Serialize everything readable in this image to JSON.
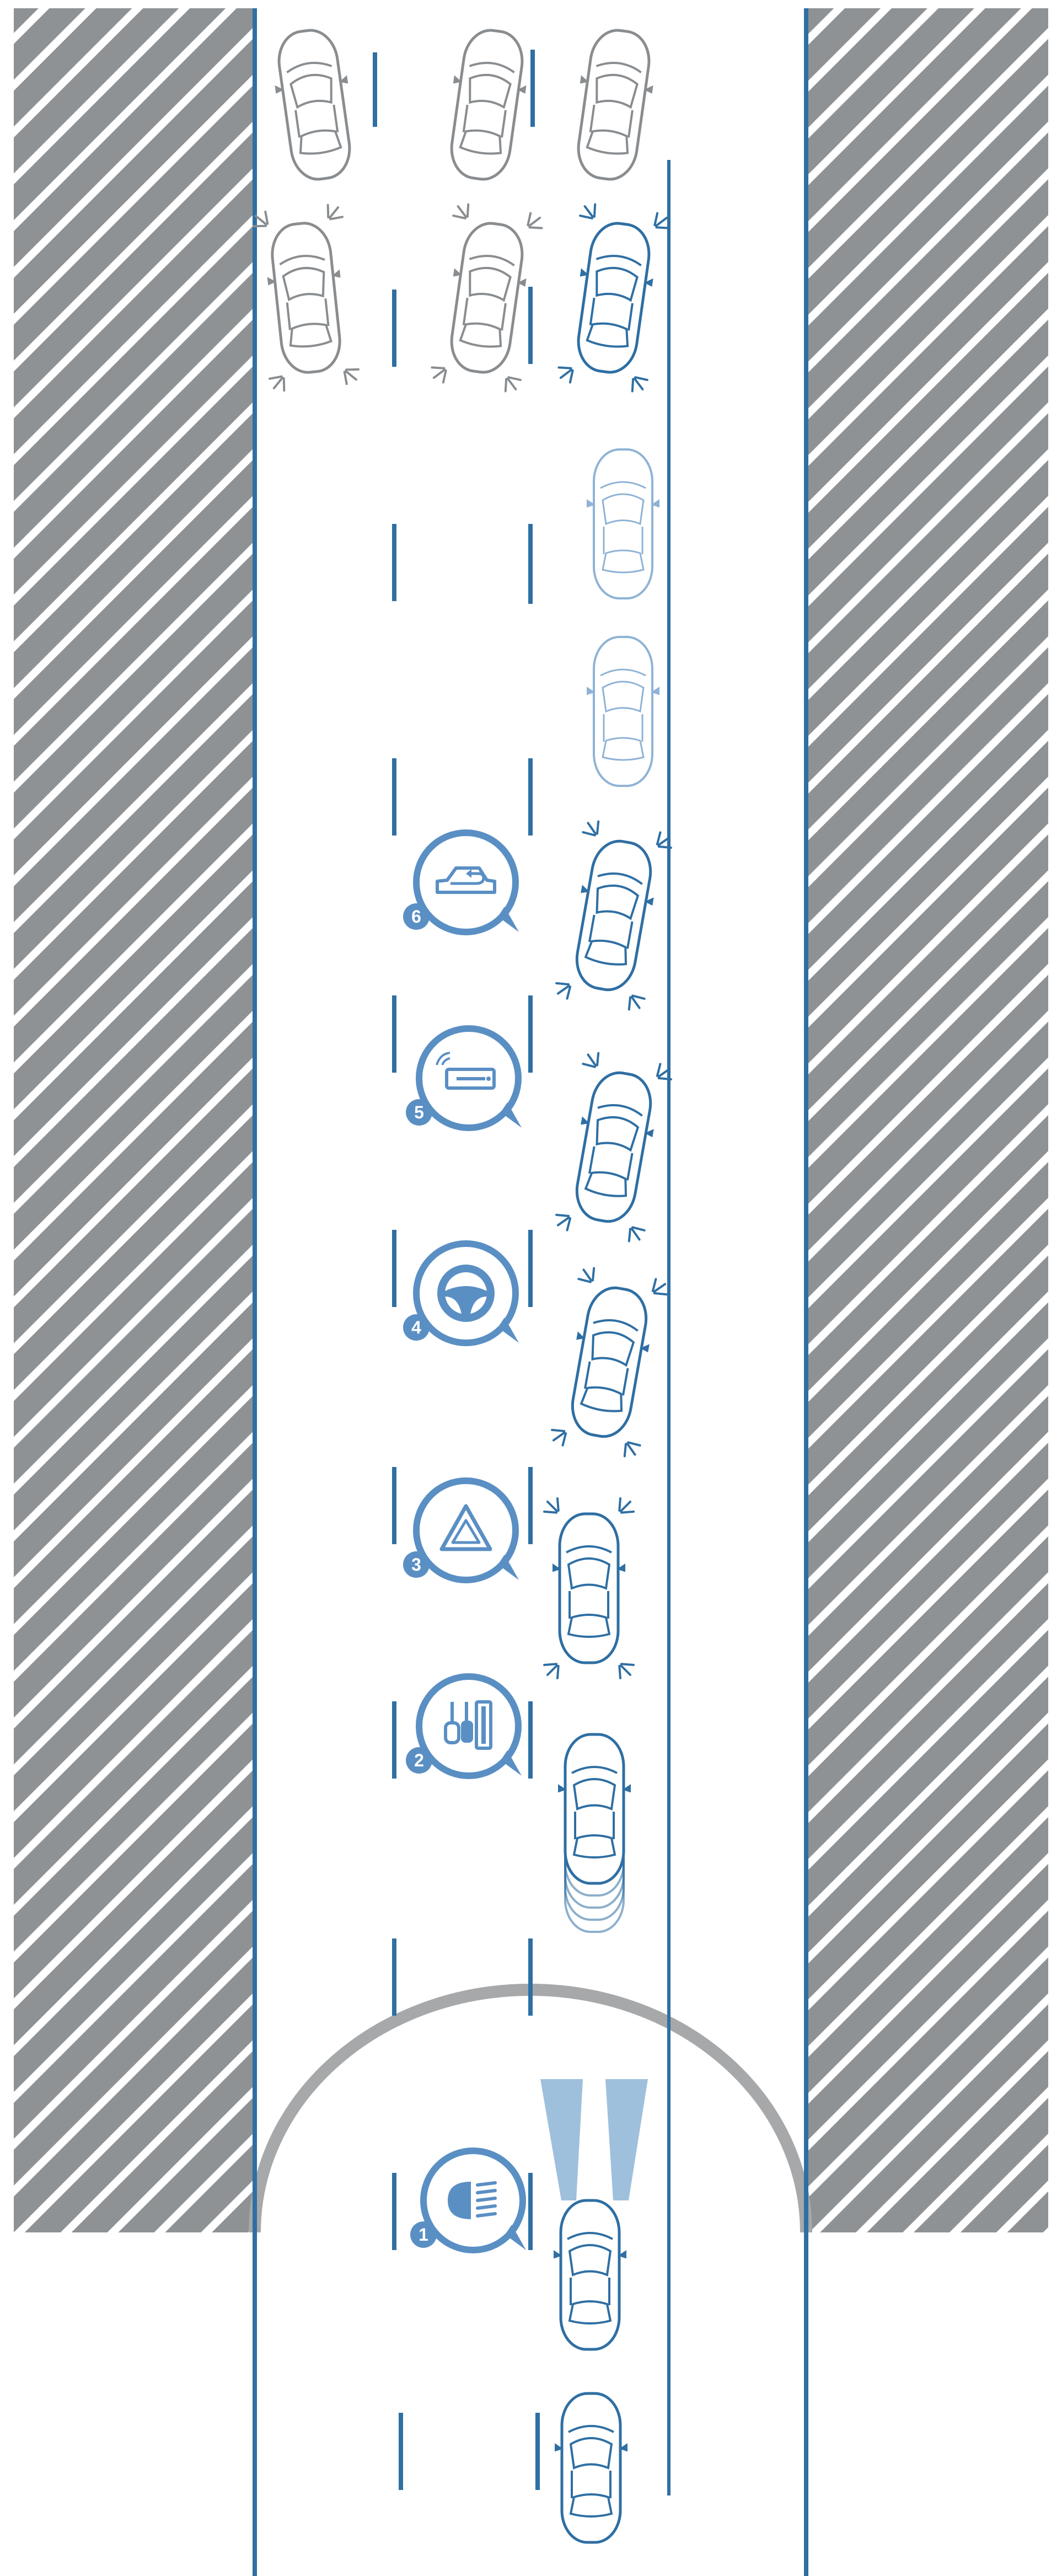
{
  "colors": {
    "road_blue": "#2f6fa3",
    "icon_blue": "#5a8fc4",
    "car_gray": "#8a8d90",
    "car_light_blue": "#8fb3d6",
    "hatch_gray": "#8e9295",
    "arc_gray": "#a6a8aa",
    "beam_blue": "#9ec0dd",
    "background": "#ffffff"
  },
  "steps": [
    {
      "number": "1",
      "icon": "headlight-icon"
    },
    {
      "number": "2",
      "icon": "seat-adjust-icon"
    },
    {
      "number": "3",
      "icon": "hazard-warning-icon"
    },
    {
      "number": "4",
      "icon": "steering-wheel-icon"
    },
    {
      "number": "5",
      "icon": "radio-icon"
    },
    {
      "number": "6",
      "icon": "car-recirculation-icon"
    }
  ],
  "cars": [
    {
      "name": "car-parked-gray",
      "state": "parked",
      "color": "gray"
    },
    {
      "name": "car-parked-gray",
      "state": "parked",
      "color": "gray"
    },
    {
      "name": "car-parked-gray",
      "state": "parked",
      "color": "gray"
    },
    {
      "name": "car-blinking-gray",
      "state": "hazard-blinking",
      "color": "gray"
    },
    {
      "name": "car-blinking-gray",
      "state": "hazard-blinking",
      "color": "gray"
    },
    {
      "name": "car-blinking-blue",
      "state": "hazard-blinking",
      "color": "blue"
    },
    {
      "name": "car-faded-light-blue",
      "state": "moving",
      "color": "light-blue"
    },
    {
      "name": "car-faded-light-blue",
      "state": "moving",
      "color": "light-blue"
    },
    {
      "name": "car-blinking-blue",
      "state": "hazard-blinking",
      "color": "blue"
    },
    {
      "name": "car-blinking-blue",
      "state": "hazard-blinking",
      "color": "blue"
    },
    {
      "name": "car-blinking-blue",
      "state": "hazard-blinking",
      "color": "blue"
    },
    {
      "name": "car-blinking-blue",
      "state": "hazard-blinking",
      "color": "blue"
    },
    {
      "name": "car-decelerating-blue",
      "state": "braking",
      "color": "blue"
    },
    {
      "name": "car-headlights-blue",
      "state": "headlights-on",
      "color": "blue"
    },
    {
      "name": "car-driving-blue",
      "state": "driving",
      "color": "blue"
    }
  ]
}
